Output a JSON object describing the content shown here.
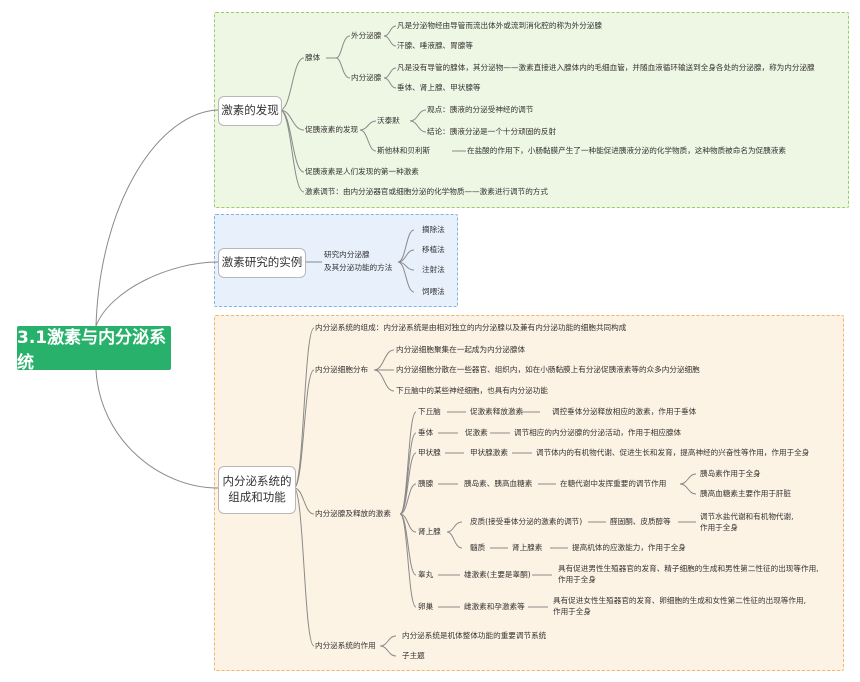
{
  "root": "3.1激素与内分泌系统",
  "b1": {
    "title": "激素的发现",
    "gland": "腺体",
    "exo": "外分泌腺",
    "exo_def": "凡是分泌物经由导管而流出体外或流到消化腔的称为外分泌腺",
    "exo_ex": "汗腺、唾液腺、胃腺等",
    "endo": "内分泌腺",
    "endo_def": "凡是没有导管的腺体，其分泌物——激素直接进入腺体内的毛细血管，并随血液循环输送到全身各处的分泌腺，称为内分泌腺",
    "endo_ex": "垂体、肾上腺、甲状腺等",
    "secretin": "促胰液素的发现",
    "woertmann": "沃泰默",
    "view": "观点：胰液的分泌受神经的调节",
    "conclusion": "结论：胰液分泌是一个十分顽固的反射",
    "starling": "斯他林和贝利斯",
    "starling_text": "在盐酸的作用下，小肠黏膜产生了一种能促进胰液分泌的化学物质，这种物质被命名为促胰液素",
    "first": "促胰液素是人们发现的第一种激素",
    "regulation": "激素调节：由内分泌器官或细胞分泌的化学物质——激素进行调节的方式"
  },
  "b2": {
    "title": "激素研究的实例",
    "method_line1": "研究内分泌腺",
    "method_line2": "及其分泌功能的方法",
    "methods": [
      "摘除法",
      "移植法",
      "注射法",
      "饲喂法"
    ]
  },
  "b3": {
    "title_line1": "内分泌系统的",
    "title_line2": "组成和功能",
    "composition": "内分泌系统的组成：内分泌系统是由相对独立的内分泌腺以及兼有内分泌功能的细胞共同构成",
    "distribution": "内分泌细胞分布",
    "dist_items": [
      "内分泌细胞聚集在一起成为内分泌腺体",
      "内分泌细胞分散在一些器官、组织内，如在小肠黏膜上有分泌促胰液素等的众多内分泌细胞",
      "下丘脑中的某些神经细胞，也具有内分泌功能"
    ],
    "glands_title": "内分泌腺及释放的激素",
    "hypothalamus": "下丘脑",
    "hypo_h": "促激素释放激素",
    "hypo_f": "调控垂体分泌释放相应的激素，作用于垂体",
    "pituitary": "垂体",
    "pit_h": "促激素",
    "pit_f": "调节相应的内分泌腺的分泌活动，作用于相应腺体",
    "thyroid": "甲状腺",
    "thy_h": "甲状腺激素",
    "thy_f": "调节体内的有机物代谢、促进生长和发育，提高神经的兴奋性等作用，作用于全身",
    "pancreas": "胰腺",
    "pan_h": "胰岛素、胰高血糖素",
    "pan_f": "在糖代谢中发挥重要的调节作用",
    "pan_f1": "胰岛素作用于全身",
    "pan_f2": "胰高血糖素主要作用于肝脏",
    "adrenal": "肾上腺",
    "cortex": "皮质(接受垂体分泌的激素的调节)",
    "cortex_h": "醛固酮、皮质醇等",
    "cortex_f1": "调节水盐代谢和有机物代谢,",
    "cortex_f2": "作用于全身",
    "medulla": "髓质",
    "medulla_h": "肾上腺素",
    "medulla_f": "提高机体的应激能力，作用于全身",
    "testis": "睾丸",
    "testis_h": "雄激素(主要是睾酮)",
    "testis_f1": "具有促进男性生殖器官的发育、精子细胞的生成和男性第二性征的出现等作用,",
    "testis_f2": "作用于全身",
    "ovary": "卵巢",
    "ovary_h": "雌激素和孕激素等",
    "ovary_f1": "具有促进女性生殖器官的发育、卵细胞的生成和女性第二性征的出现等作用,",
    "ovary_f2": "作用于全身",
    "role": "内分泌系统的作用",
    "role_1": "内分泌系统是机体整体功能的重要调节系统",
    "role_2": "子主题"
  }
}
